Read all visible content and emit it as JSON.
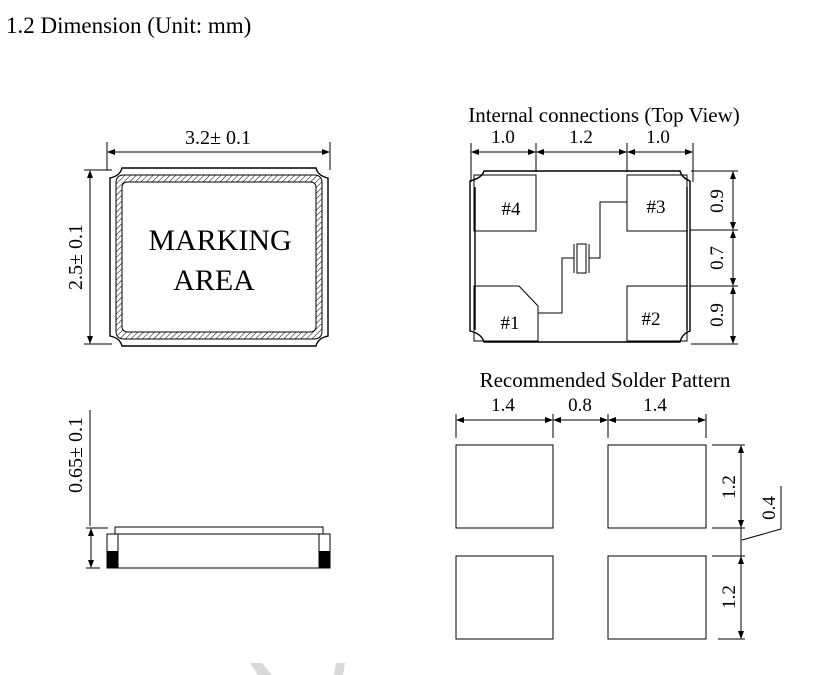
{
  "heading": "1.2 Dimension (Unit: mm)",
  "top_view": {
    "width_label": "3.2± 0.1",
    "height_label": "2.5± 0.1",
    "marking_line1": "MARKING",
    "marking_line2": "AREA"
  },
  "side_view": {
    "thickness_label": "0.65± 0.1"
  },
  "internal_connections": {
    "title": "Internal connections (Top View)",
    "h_dims": [
      "1.0",
      "1.2",
      "1.0"
    ],
    "v_dims": [
      "0.9",
      "0.7",
      "0.9"
    ],
    "pads": [
      "#4",
      "#3",
      "#1",
      "#2"
    ]
  },
  "solder_pattern": {
    "title": "Recommended Solder Pattern",
    "h_dims": [
      "1.4",
      "0.8",
      "1.4"
    ],
    "v_dims": [
      "1.2",
      "1.2"
    ],
    "gap_label": "0.4"
  },
  "colors": {
    "line": "#000000",
    "watermark": "#d9d9d9"
  }
}
